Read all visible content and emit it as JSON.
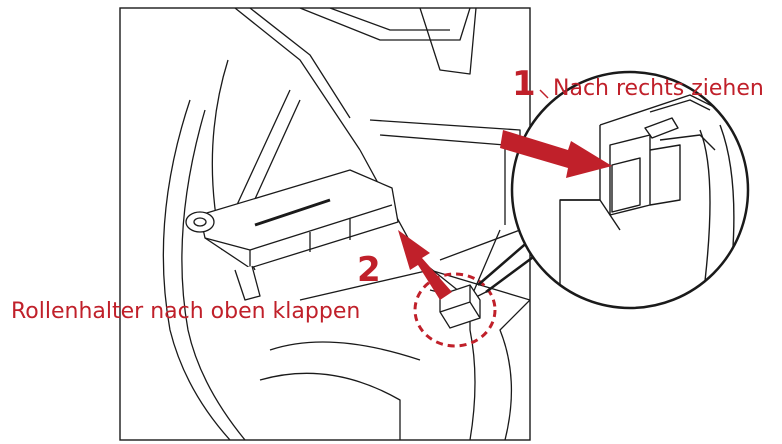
{
  "steps": {
    "step1": {
      "number": "1",
      "label": "Nach rechts ziehen"
    },
    "step2": {
      "number": "2",
      "label": "Rollenhalter nach oben klappen"
    }
  },
  "colors": {
    "accent": "#c0202a",
    "line": "#1a1a1a",
    "background": "#ffffff"
  },
  "icons": {
    "arrow_step1": "red-arrow-right-icon",
    "arrow_step2": "red-arrow-up-left-icon",
    "highlight": "dashed-circle-highlight-icon",
    "detail": "magnified-detail-inset-icon"
  }
}
